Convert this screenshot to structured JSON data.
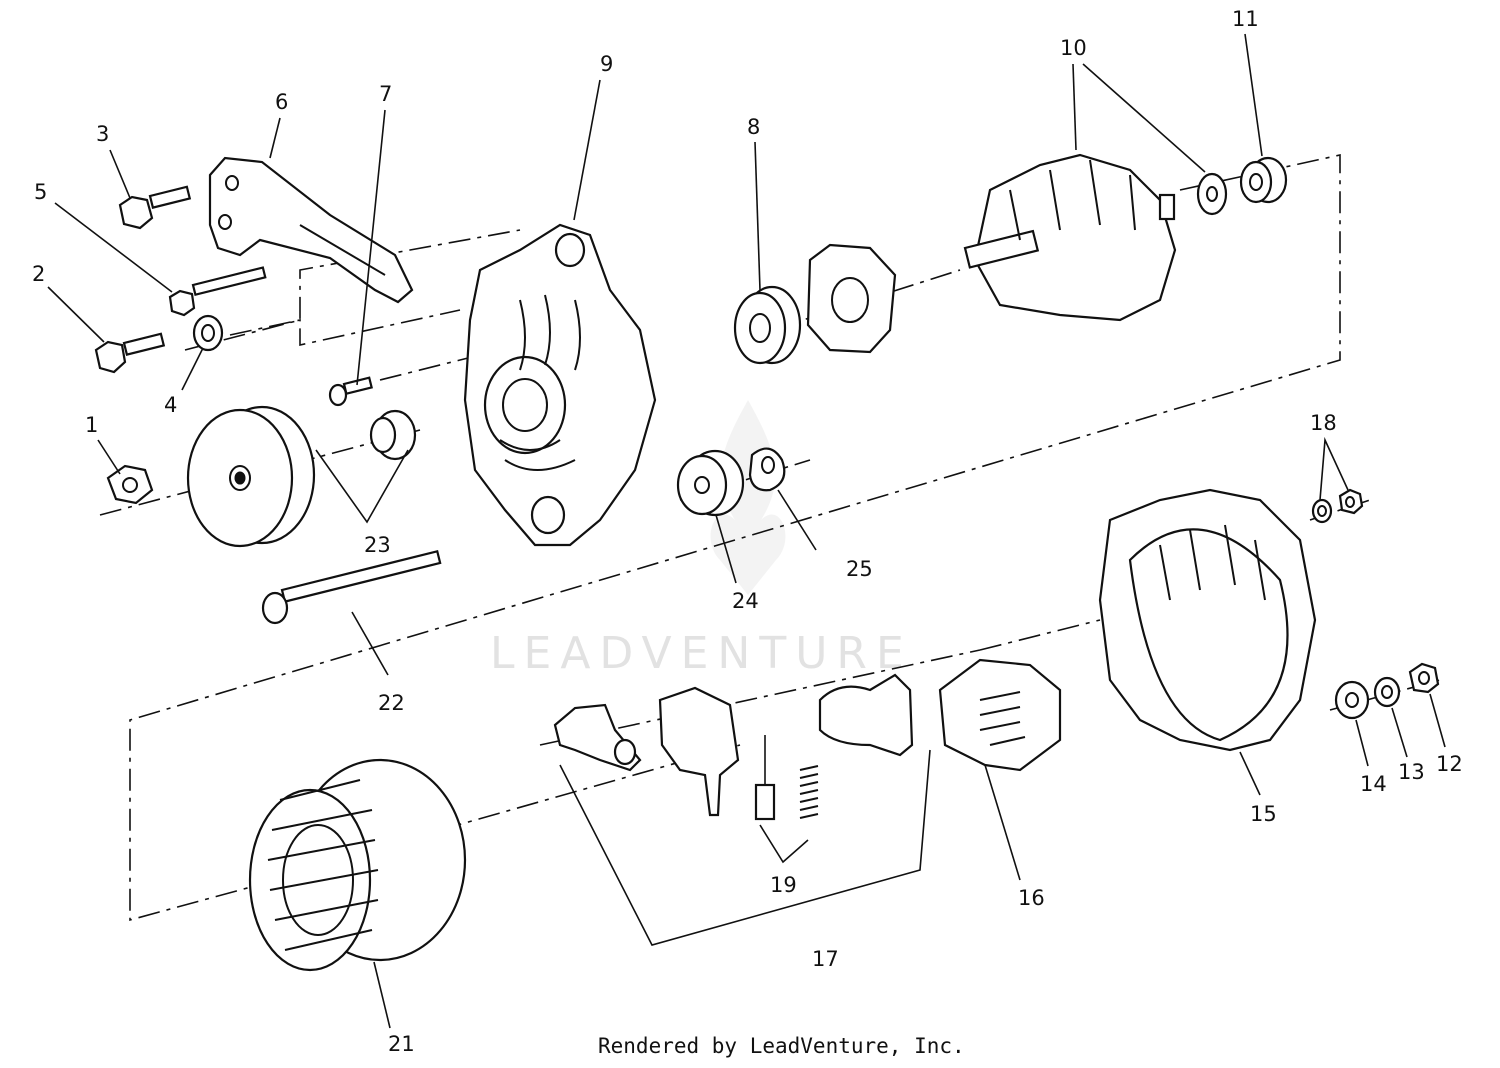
{
  "watermark": {
    "text": "LEADVENTURE"
  },
  "credit": "Rendered by LeadVenture, Inc.",
  "callouts": [
    "1",
    "2",
    "3",
    "4",
    "5",
    "6",
    "7",
    "8",
    "9",
    "10",
    "11",
    "12",
    "13",
    "14",
    "15",
    "16",
    "17",
    "18",
    "19",
    "21",
    "22",
    "23",
    "24",
    "25"
  ]
}
